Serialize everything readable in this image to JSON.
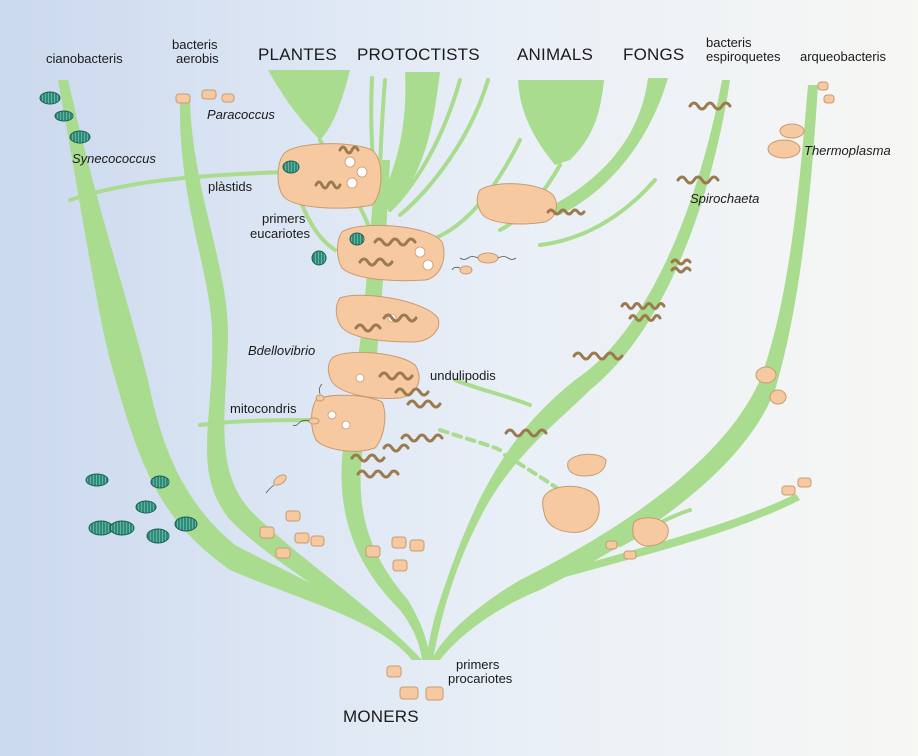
{
  "labels": {
    "cianobacteris": "cianobacteris",
    "bacteris_aerobis_1": "bacteris",
    "bacteris_aerobis_2": "aerobis",
    "plantes": "PLANTES",
    "protoctists": "PROTOCTISTS",
    "animals": "ANIMALS",
    "fongs": "FONGS",
    "espiroquetes_1": "bacteris",
    "espiroquetes_2": "espiroquetes",
    "arqueobacteris": "arqueobacteris",
    "paracoccus": "Paracoccus",
    "synecococcus": "Synecococcus",
    "plastids": "plàstids",
    "thermoplasma": "Thermoplasma",
    "spirochaeta": "Spirochaeta",
    "primers_eucariotes_1": "primers",
    "primers_eucariotes_2": "eucariotes",
    "bdellovibrio": "Bdellovibrio",
    "undulipodis": "undulipodis",
    "mitocondris": "mitocondris",
    "primers_procariotes_1": "primers",
    "primers_procariotes_2": "procariotes",
    "moners": "MONERS"
  },
  "colors": {
    "branch": "#a9dc8e",
    "cell_fill": "#f7c9a0",
    "cell_stroke": "#c99a70",
    "cyano_fill": "#2f8a78",
    "spiral": "#9a7a4e"
  }
}
